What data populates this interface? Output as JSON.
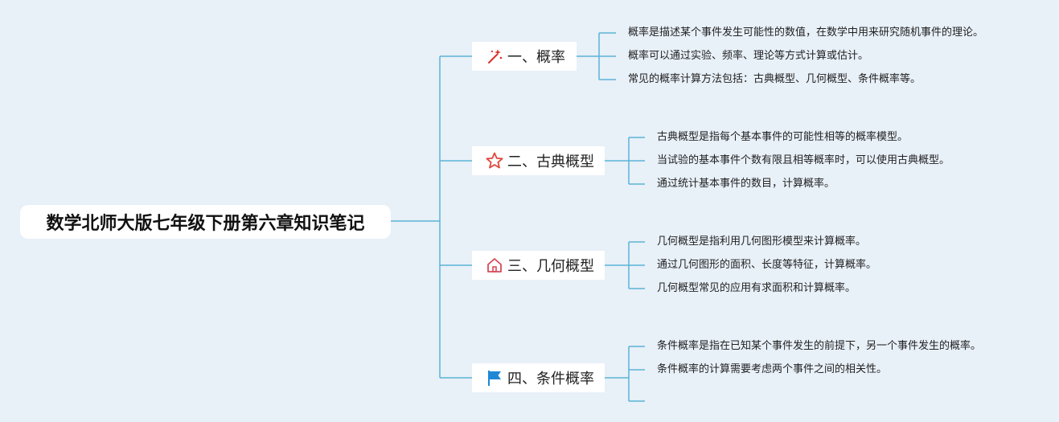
{
  "root": {
    "title": "数学北师大版七年级下册第六章知识笔记"
  },
  "branches": [
    {
      "label": "一、概率",
      "icon": "magic-wand-icon",
      "items": [
        "概率是描述某个事件发生可能性的数值，在数学中用来研究随机事件的理论。",
        "概率可以通过实验、频率、理论等方式计算或估计。",
        "常见的概率计算方法包括：古典概型、几何概型、条件概率等。"
      ]
    },
    {
      "label": "二、古典概型",
      "icon": "star-icon",
      "items": [
        "古典概型是指每个基本事件的可能性相等的概率模型。",
        "当试验的基本事件个数有限且相等概率时，可以使用古典概型。",
        "通过统计基本事件的数目，计算概率。"
      ]
    },
    {
      "label": "三、几何概型",
      "icon": "house-icon",
      "items": [
        "几何概型是指利用几何图形模型来计算概率。",
        "通过几何图形的面积、长度等特征，计算概率。",
        "几何概型常见的应用有求面积和计算概率。"
      ]
    },
    {
      "label": "四、条件概率",
      "icon": "flag-icon",
      "items": [
        "条件概率是指在已知某个事件发生的前提下，另一个事件发生的概率。",
        "条件概率的计算需要考虑两个事件之间的相关性。",
        ""
      ]
    }
  ],
  "colors": {
    "line": "#5ab4d6",
    "wand": "#d9312b",
    "star": "#e0473a",
    "house": "#d84a5a",
    "flag": "#1e88d6"
  }
}
